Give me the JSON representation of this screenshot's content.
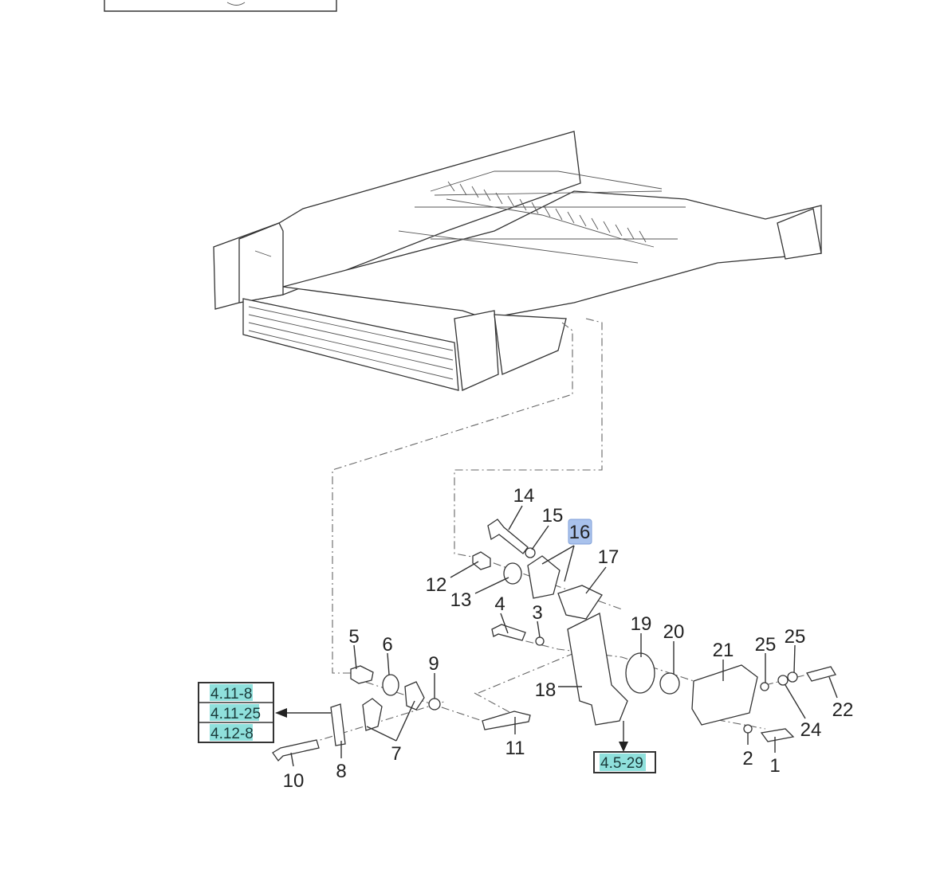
{
  "callouts": {
    "c1": "1",
    "c2": "2",
    "c3": "3",
    "c4": "4",
    "c5": "5",
    "c6": "6",
    "c7": "7",
    "c8": "8",
    "c9": "9",
    "c10": "10",
    "c11": "11",
    "c12": "12",
    "c13": "13",
    "c14": "14",
    "c15": "15",
    "c16": "16",
    "c17": "17",
    "c18": "18",
    "c19": "19",
    "c20": "20",
    "c21": "21",
    "c22": "22",
    "c24": "24",
    "c25a": "25",
    "c25b": "25"
  },
  "references": {
    "left_table": [
      "4.11-8",
      "4.11-25",
      "4.12-8"
    ],
    "bottom": "4.5-29"
  },
  "colors": {
    "ref_highlight": "#8fe0dc",
    "selected_highlight": "#a9c2ec"
  }
}
